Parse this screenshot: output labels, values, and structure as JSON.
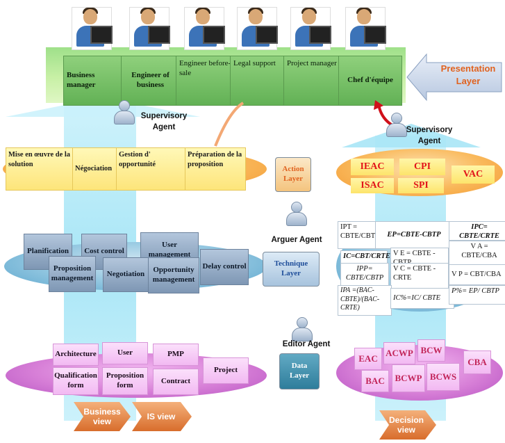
{
  "presentation": {
    "layer_label": "Presentation\nLayer",
    "roles": [
      "Business\nmanager",
      "Engineer of\nbusiness",
      "Engineer before-\nsale",
      "Legal support",
      "Project manager",
      "Chef d'équipe"
    ]
  },
  "agents": {
    "supervisory_left": "Supervisory\nAgent",
    "supervisory_right": "Supervisory\nAgent",
    "arguer": "Arguer Agent",
    "editor": "Editor Agent"
  },
  "action_layer": {
    "label": "Action\nLayer",
    "left_items": [
      "Mise en œuvre de la\nsolution",
      "Négociation",
      "Gestion d'\nopportunité",
      "Préparation de la\nproposition"
    ],
    "right_items": [
      "IEAC",
      "CPI",
      "VAC",
      "ISAC",
      "SPI"
    ]
  },
  "technique_layer": {
    "label": "Technique\nLayer",
    "left_items": [
      "Planification",
      "Cost control",
      "User management",
      "Proposition\nmanagement",
      "Negotiation",
      "Opportunity\nmanagement",
      "Delay control"
    ],
    "formulas": [
      "IPT =\nCBTE/CBTP",
      "EP=CBTE-CBTP",
      "IPC=\nCBTE/CRTE",
      "IC=CBT/CRTE",
      "V E = CBTE -\nCBTP",
      "V A =\nCBTE/CBA",
      "IPP=\nCBTE/CBTP",
      "V C = CBTE -\nCRTE",
      "V P = CBT/CBA",
      "IPA =(BAC-\nCBTE)/(BAC-\nCRTE)",
      "IC%=IC/ CBTE",
      "P%= EP/ CBTP"
    ]
  },
  "data_layer": {
    "label": "Data\nLayer",
    "left_items": [
      "Architecture",
      "User",
      "PMP",
      "Qualification\nform",
      "Proposition\nform",
      "Contract",
      "Project"
    ],
    "right_items": [
      "EAC",
      "ACWP",
      "BCW",
      "CBA",
      "BAC",
      "BCWP",
      "BCWS"
    ]
  },
  "views": {
    "business": "Business\nview",
    "is": "IS view",
    "decision": "Decision\nview"
  },
  "colors": {
    "presentation_text": "#e0621f",
    "action_text": "#e0621f",
    "technique_text": "#1f4e9a",
    "data_text": "#ffffff",
    "metric_red": "#e2141a",
    "view_orange": "#e6833d"
  }
}
